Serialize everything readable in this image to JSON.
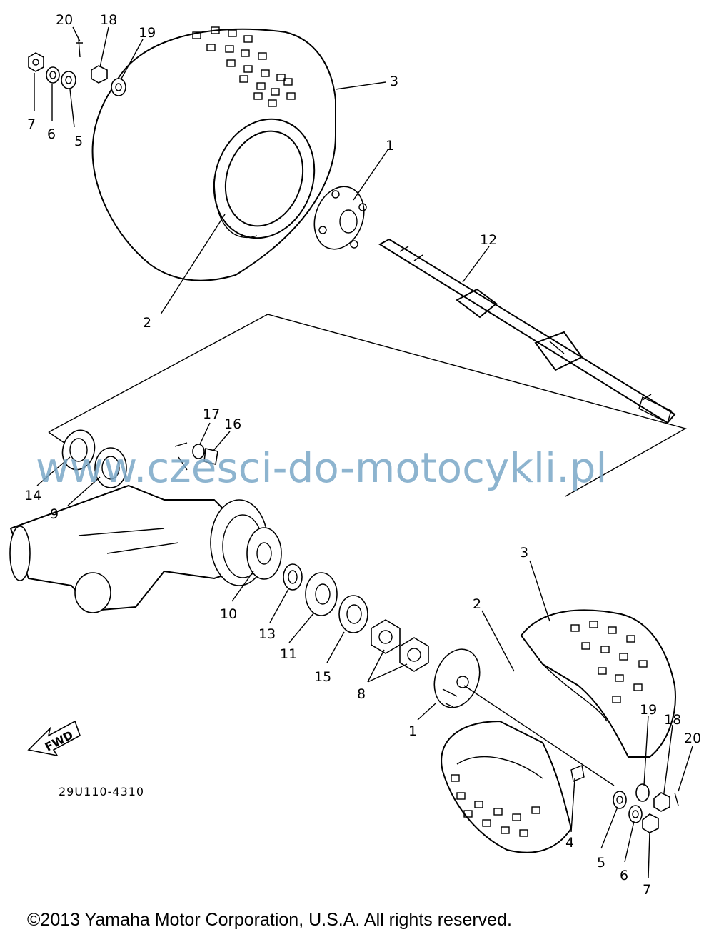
{
  "watermark": "www.czesci-do-motocykli.pl",
  "diagram_code": "29U110-4310",
  "fwd_label": "FWD",
  "copyright": "©2013 Yamaha Motor Corporation, U.S.A. All rights reserved.",
  "callouts": {
    "top": [
      "20",
      "18",
      "19",
      "7",
      "6",
      "5",
      "3",
      "1",
      "2",
      "12"
    ],
    "middle": [
      "17",
      "16",
      "14",
      "9",
      "10",
      "13",
      "11",
      "15",
      "8"
    ],
    "bottom": [
      "3",
      "2",
      "1",
      "19",
      "18",
      "20",
      "4",
      "5",
      "6",
      "7"
    ]
  }
}
